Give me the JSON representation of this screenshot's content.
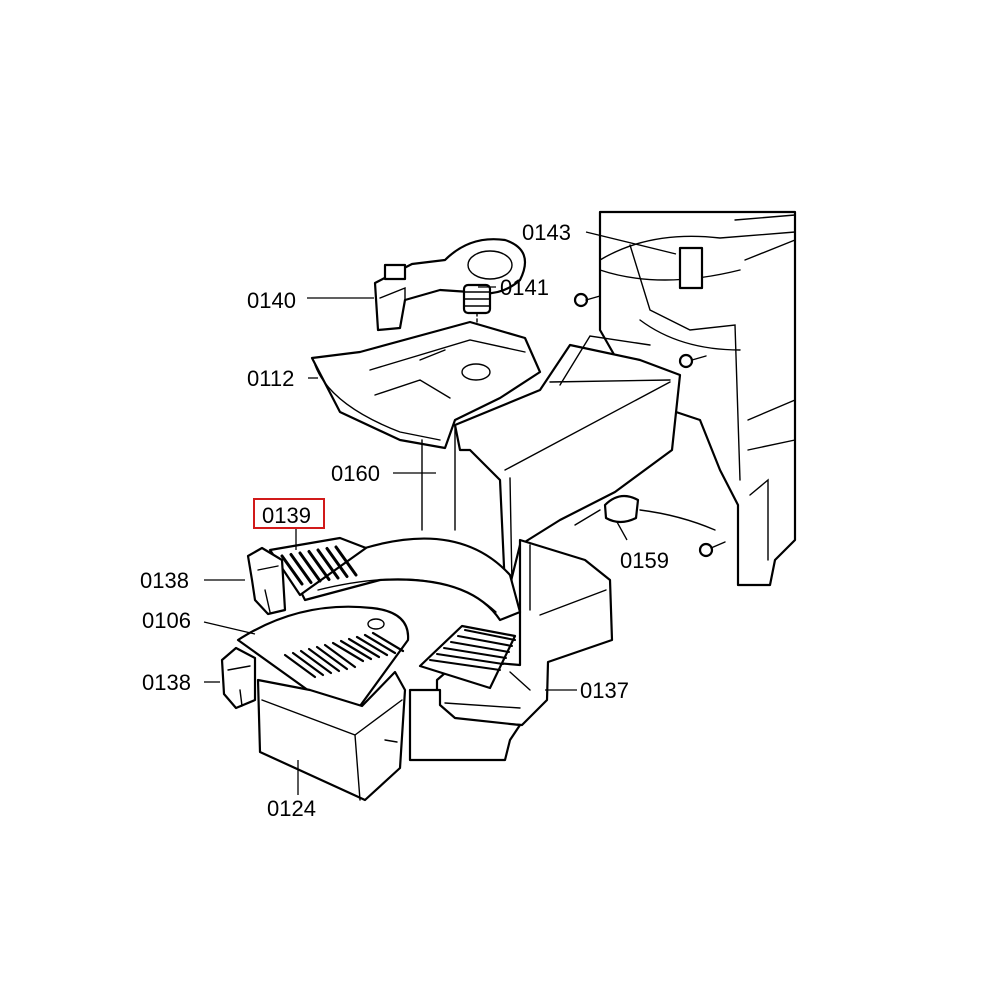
{
  "diagram": {
    "highlight_color": "#d11a1a",
    "highlighted_callout": "0139",
    "callouts": {
      "c0143": "0143",
      "c0141": "0141",
      "c0140": "0140",
      "c0112": "0112",
      "c0160": "0160",
      "c0139": "0139",
      "c0159": "0159",
      "c0138a": "0138",
      "c0106": "0106",
      "c0138b": "0138",
      "c0137": "0137",
      "c0124": "0124"
    }
  }
}
